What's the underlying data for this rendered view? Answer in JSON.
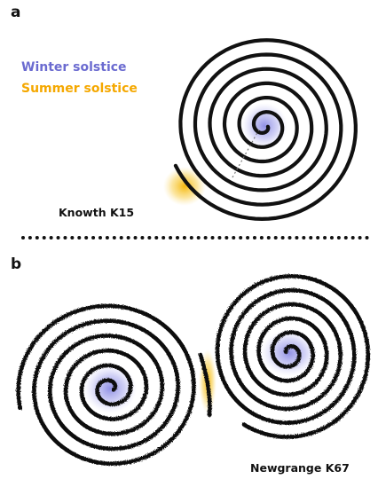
{
  "panels": [
    {
      "letter": "a",
      "caption": "Knowth K15"
    },
    {
      "letter": "b",
      "caption": "Newgrange K67"
    }
  ],
  "legend": {
    "winter": {
      "label": "Winter solstice",
      "color": "#6b6bd0"
    },
    "summer": {
      "label": "Summer solstice",
      "color": "#f5a800"
    }
  },
  "colors": {
    "ink": "#111111",
    "winter_glow": "#8e8ee8",
    "summer_glow": "#f5b800"
  }
}
